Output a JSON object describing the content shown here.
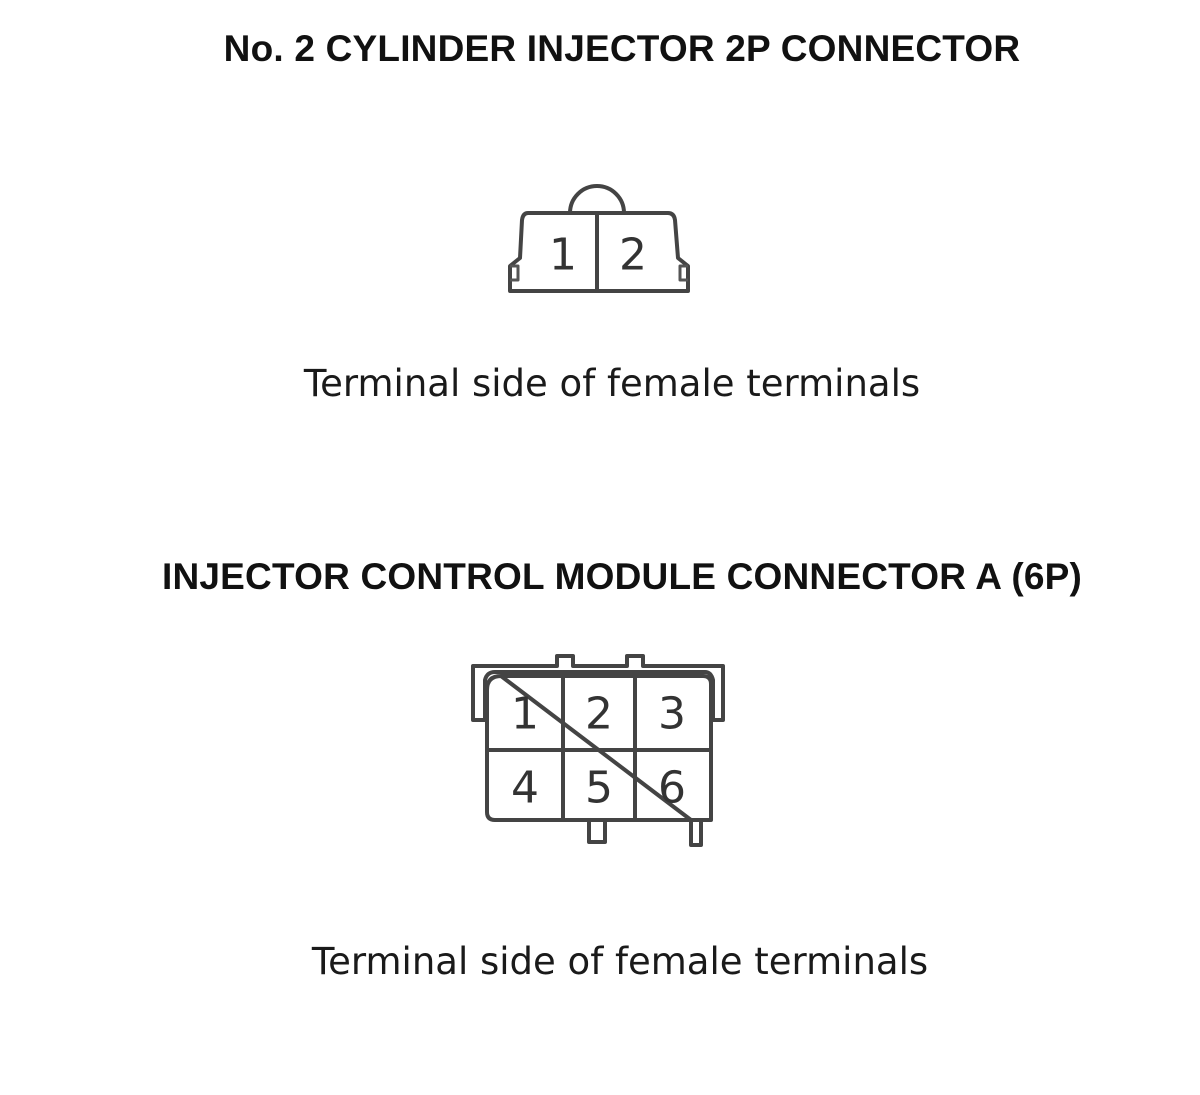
{
  "connector_2p": {
    "title": "No. 2 CYLINDER INJECTOR 2P CONNECTOR",
    "caption": "Terminal side of female terminals",
    "pins": [
      "1",
      "2"
    ]
  },
  "connector_6p": {
    "title": "INJECTOR CONTROL MODULE CONNECTOR A (6P)",
    "caption": "Terminal side of female terminals",
    "pins": [
      "1",
      "2",
      "3",
      "4",
      "5",
      "6"
    ]
  }
}
